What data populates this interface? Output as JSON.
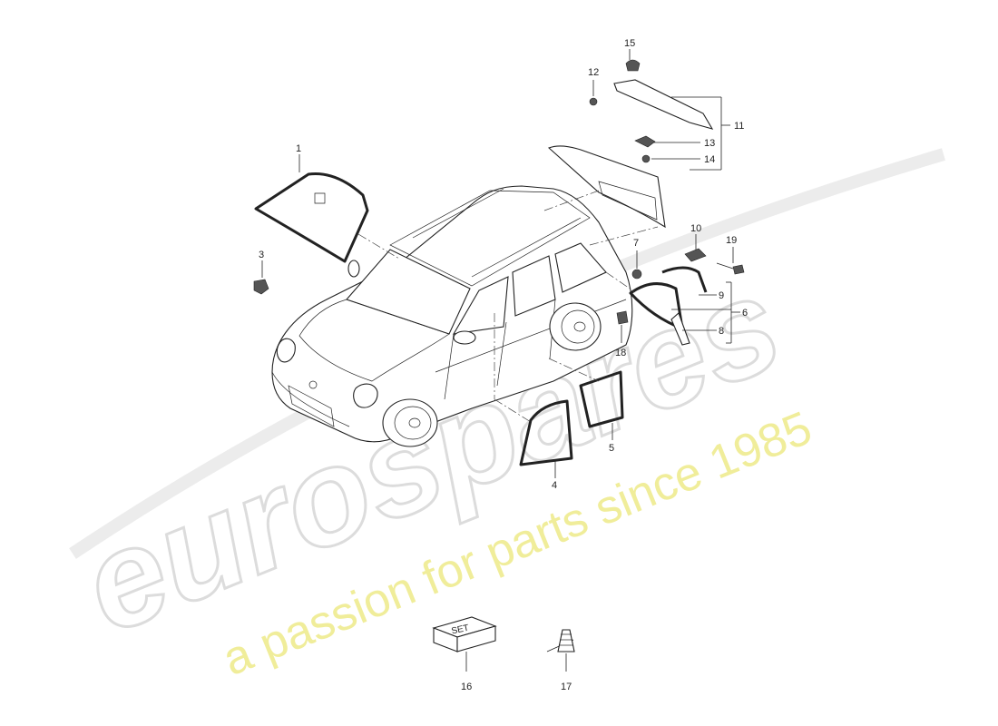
{
  "watermark": {
    "logo": "eurospares",
    "tagline": "a passion for parts since 1985"
  },
  "parts": [
    {
      "id": "1",
      "label": "1"
    },
    {
      "id": "3",
      "label": "3"
    },
    {
      "id": "4",
      "label": "4"
    },
    {
      "id": "5",
      "label": "5"
    },
    {
      "id": "6",
      "label": "6"
    },
    {
      "id": "7",
      "label": "7"
    },
    {
      "id": "8",
      "label": "8"
    },
    {
      "id": "9",
      "label": "9"
    },
    {
      "id": "10",
      "label": "10"
    },
    {
      "id": "11",
      "label": "11"
    },
    {
      "id": "12",
      "label": "12"
    },
    {
      "id": "13",
      "label": "13"
    },
    {
      "id": "14",
      "label": "14"
    },
    {
      "id": "15",
      "label": "15"
    },
    {
      "id": "16",
      "label": "16"
    },
    {
      "id": "17",
      "label": "17"
    },
    {
      "id": "18",
      "label": "18"
    },
    {
      "id": "19",
      "label": "19"
    }
  ],
  "set_box_text": "SET",
  "colors": {
    "line": "#222222",
    "watermark_gray": "#dcdcdc",
    "watermark_yellow": "#f0ed9a"
  }
}
